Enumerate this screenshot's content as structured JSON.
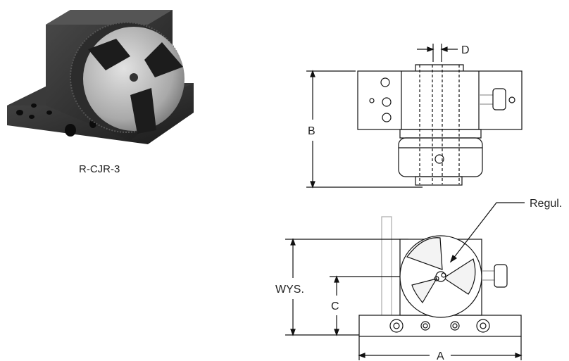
{
  "photo": {
    "caption": "R-CJR-3",
    "colors": {
      "body": "#2a2a2a",
      "chuck": "#b8b8b8",
      "jaw": "#1c1c1c"
    }
  },
  "drawing": {
    "labels": {
      "d": "D",
      "b": "B",
      "regul": "Regul.",
      "wys": "WYS.",
      "c": "C",
      "a": "A"
    },
    "colors": {
      "line": "#111111",
      "hatch": "#b0b0b0"
    }
  }
}
